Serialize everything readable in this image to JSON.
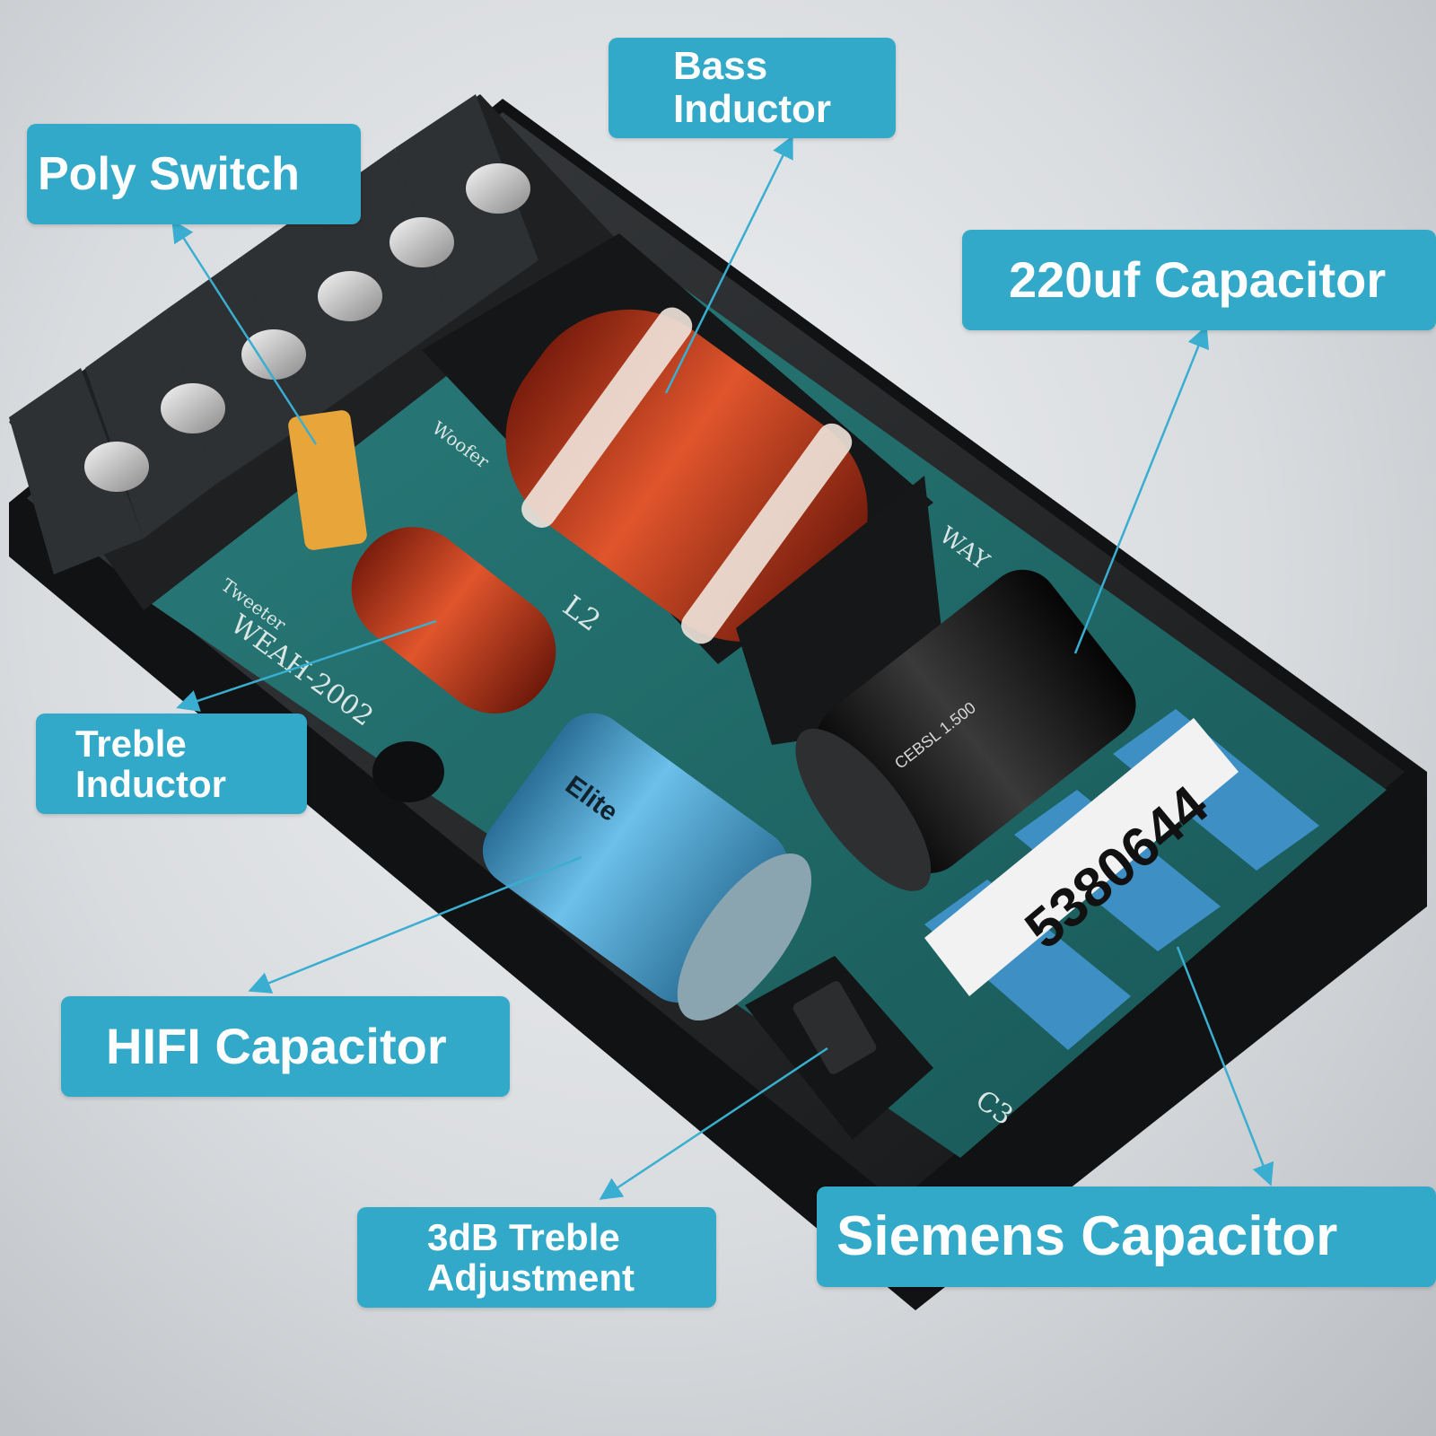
{
  "colors": {
    "callout_bg": "#33a9c9",
    "callout_text": "#ffffff",
    "leader_line": "#3aaed0",
    "board": "#1f6b6b",
    "housing": "#222426",
    "bass_coil": "#c23a1c",
    "hifi_capacitor": "#4ea9d8",
    "electrolytic_capacitor": "#1c1c1c",
    "siemens_capacitor": "#3d8fc4",
    "poly_switch": "#e8a53a"
  },
  "callouts": {
    "poly_switch": {
      "lines": [
        "Poly Switch"
      ]
    },
    "bass_inductor": {
      "lines": [
        "Bass",
        "Inductor"
      ]
    },
    "capacitor_220uf": {
      "lines": [
        "220uf Capacitor"
      ]
    },
    "treble_inductor": {
      "lines": [
        "Treble",
        "Inductor"
      ]
    },
    "hifi_capacitor": {
      "lines": [
        "HIFI Capacitor"
      ]
    },
    "treble_adjustment": {
      "lines": [
        "3dB Treble",
        "Adjustment"
      ]
    },
    "siemens_capacitor": {
      "lines": [
        "Siemens Capacitor"
      ]
    }
  },
  "board_print": {
    "model": "WEAH-2002",
    "woofer": "Woofer",
    "tweeter": "Tweeter",
    "inductor_ref": "L2",
    "capacitor_ref": "C3",
    "way": "WAY"
  },
  "label_sticker": "5380644",
  "capacitor_print": {
    "hifi_brand": "Elite",
    "cap_220_text": "CEBSL 1.500"
  }
}
